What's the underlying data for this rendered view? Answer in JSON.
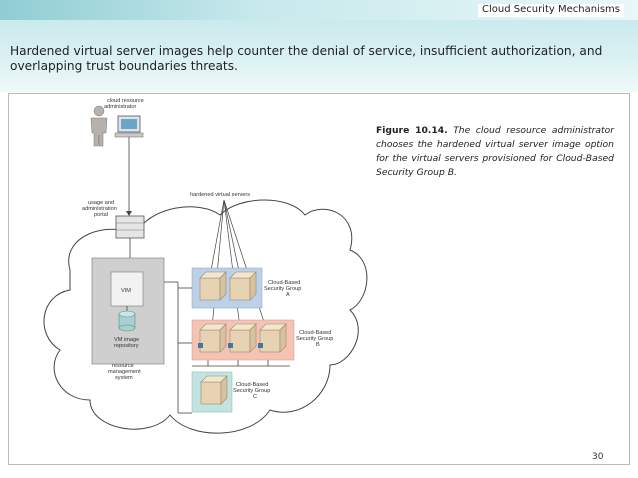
{
  "slide": {
    "topic": "Cloud Security Mechanisms",
    "heading": "Hardened virtual server images help counter the denial of service, insufficient authorization, and overlapping trust boundaries threats.",
    "page_number": "30"
  },
  "figure": {
    "caption_label": "Figure 10.14.",
    "caption_text": "The cloud resource administrator chooses the hardened virtual server image option for the virtual servers provisioned for Cloud-Based Security Group B.",
    "labels": {
      "administrator_line1": "cloud resource",
      "administrator_line2": "administrator",
      "portal_line1": "usage and",
      "portal_line2": "administration",
      "portal_line3": "portal",
      "hardened": "hardened virtual servers",
      "vim": "VIM",
      "repo_line1": "VM image",
      "repo_line2": "repository",
      "rms_line1": "resource",
      "rms_line2": "management",
      "rms_line3": "system",
      "group_a_line1": "Cloud-Based",
      "group_a_line2": "Security Group",
      "group_a_line3": "A",
      "group_b_line1": "Cloud-Based",
      "group_b_line2": "Security Group",
      "group_b_line3": "B",
      "group_c_line1": "Cloud-Based",
      "group_c_line2": "Security Group",
      "group_c_line3": "C"
    },
    "colors": {
      "group_a": "#bcd0e8",
      "group_b": "#f4c3b3",
      "group_c": "#c3e3e0",
      "server_box": "#e7d3b2",
      "database": "#a9d0d1"
    }
  }
}
